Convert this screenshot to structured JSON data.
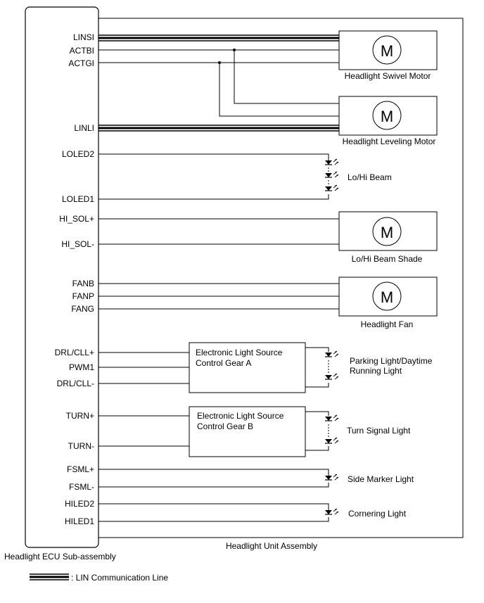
{
  "ecu": {
    "name": "Headlight ECU Sub-assembly",
    "pins": {
      "linsi": "LINSI",
      "actbi": "ACTBI",
      "actgi": "ACTGI",
      "linli": "LINLI",
      "loled2": "LOLED2",
      "loled1": "LOLED1",
      "hi_sol_plus": "HI_SOL+",
      "hi_sol_minus": "HI_SOL-",
      "fanb": "FANB",
      "fanp": "FANP",
      "fang": "FANG",
      "drl_plus": "DRL/CLL+",
      "pwm1": "PWM1",
      "drl_minus": "DRL/CLL-",
      "turn_plus": "TURN+",
      "turn_minus": "TURN-",
      "fsml_plus": "FSML+",
      "fsml_minus": "FSML-",
      "hiled2": "HILED2",
      "hiled1": "HILED1"
    }
  },
  "unit": {
    "name": "Headlight Unit Assembly"
  },
  "components": {
    "swivel_motor": "Headlight Swivel Motor",
    "leveling_motor": "Headlight Leveling Motor",
    "lohi_beam": "Lo/Hi Beam",
    "beam_shade": "Lo/Hi Beam Shade",
    "fan": "Headlight Fan",
    "gear_a": {
      "line1": "Electronic Light Source",
      "line2": "Control Gear A"
    },
    "gear_b": {
      "line1": "Electronic Light Source",
      "line2": "Control Gear B"
    },
    "parking_light": {
      "line1": "Parking Light/Daytime",
      "line2": "Running Light"
    },
    "turn_signal": "Turn  Signal Light",
    "side_marker": "Side Marker Light",
    "cornering": "Cornering Light"
  },
  "motor_symbol": "M",
  "legend": {
    "lin_label": ": LIN Communication Line"
  }
}
